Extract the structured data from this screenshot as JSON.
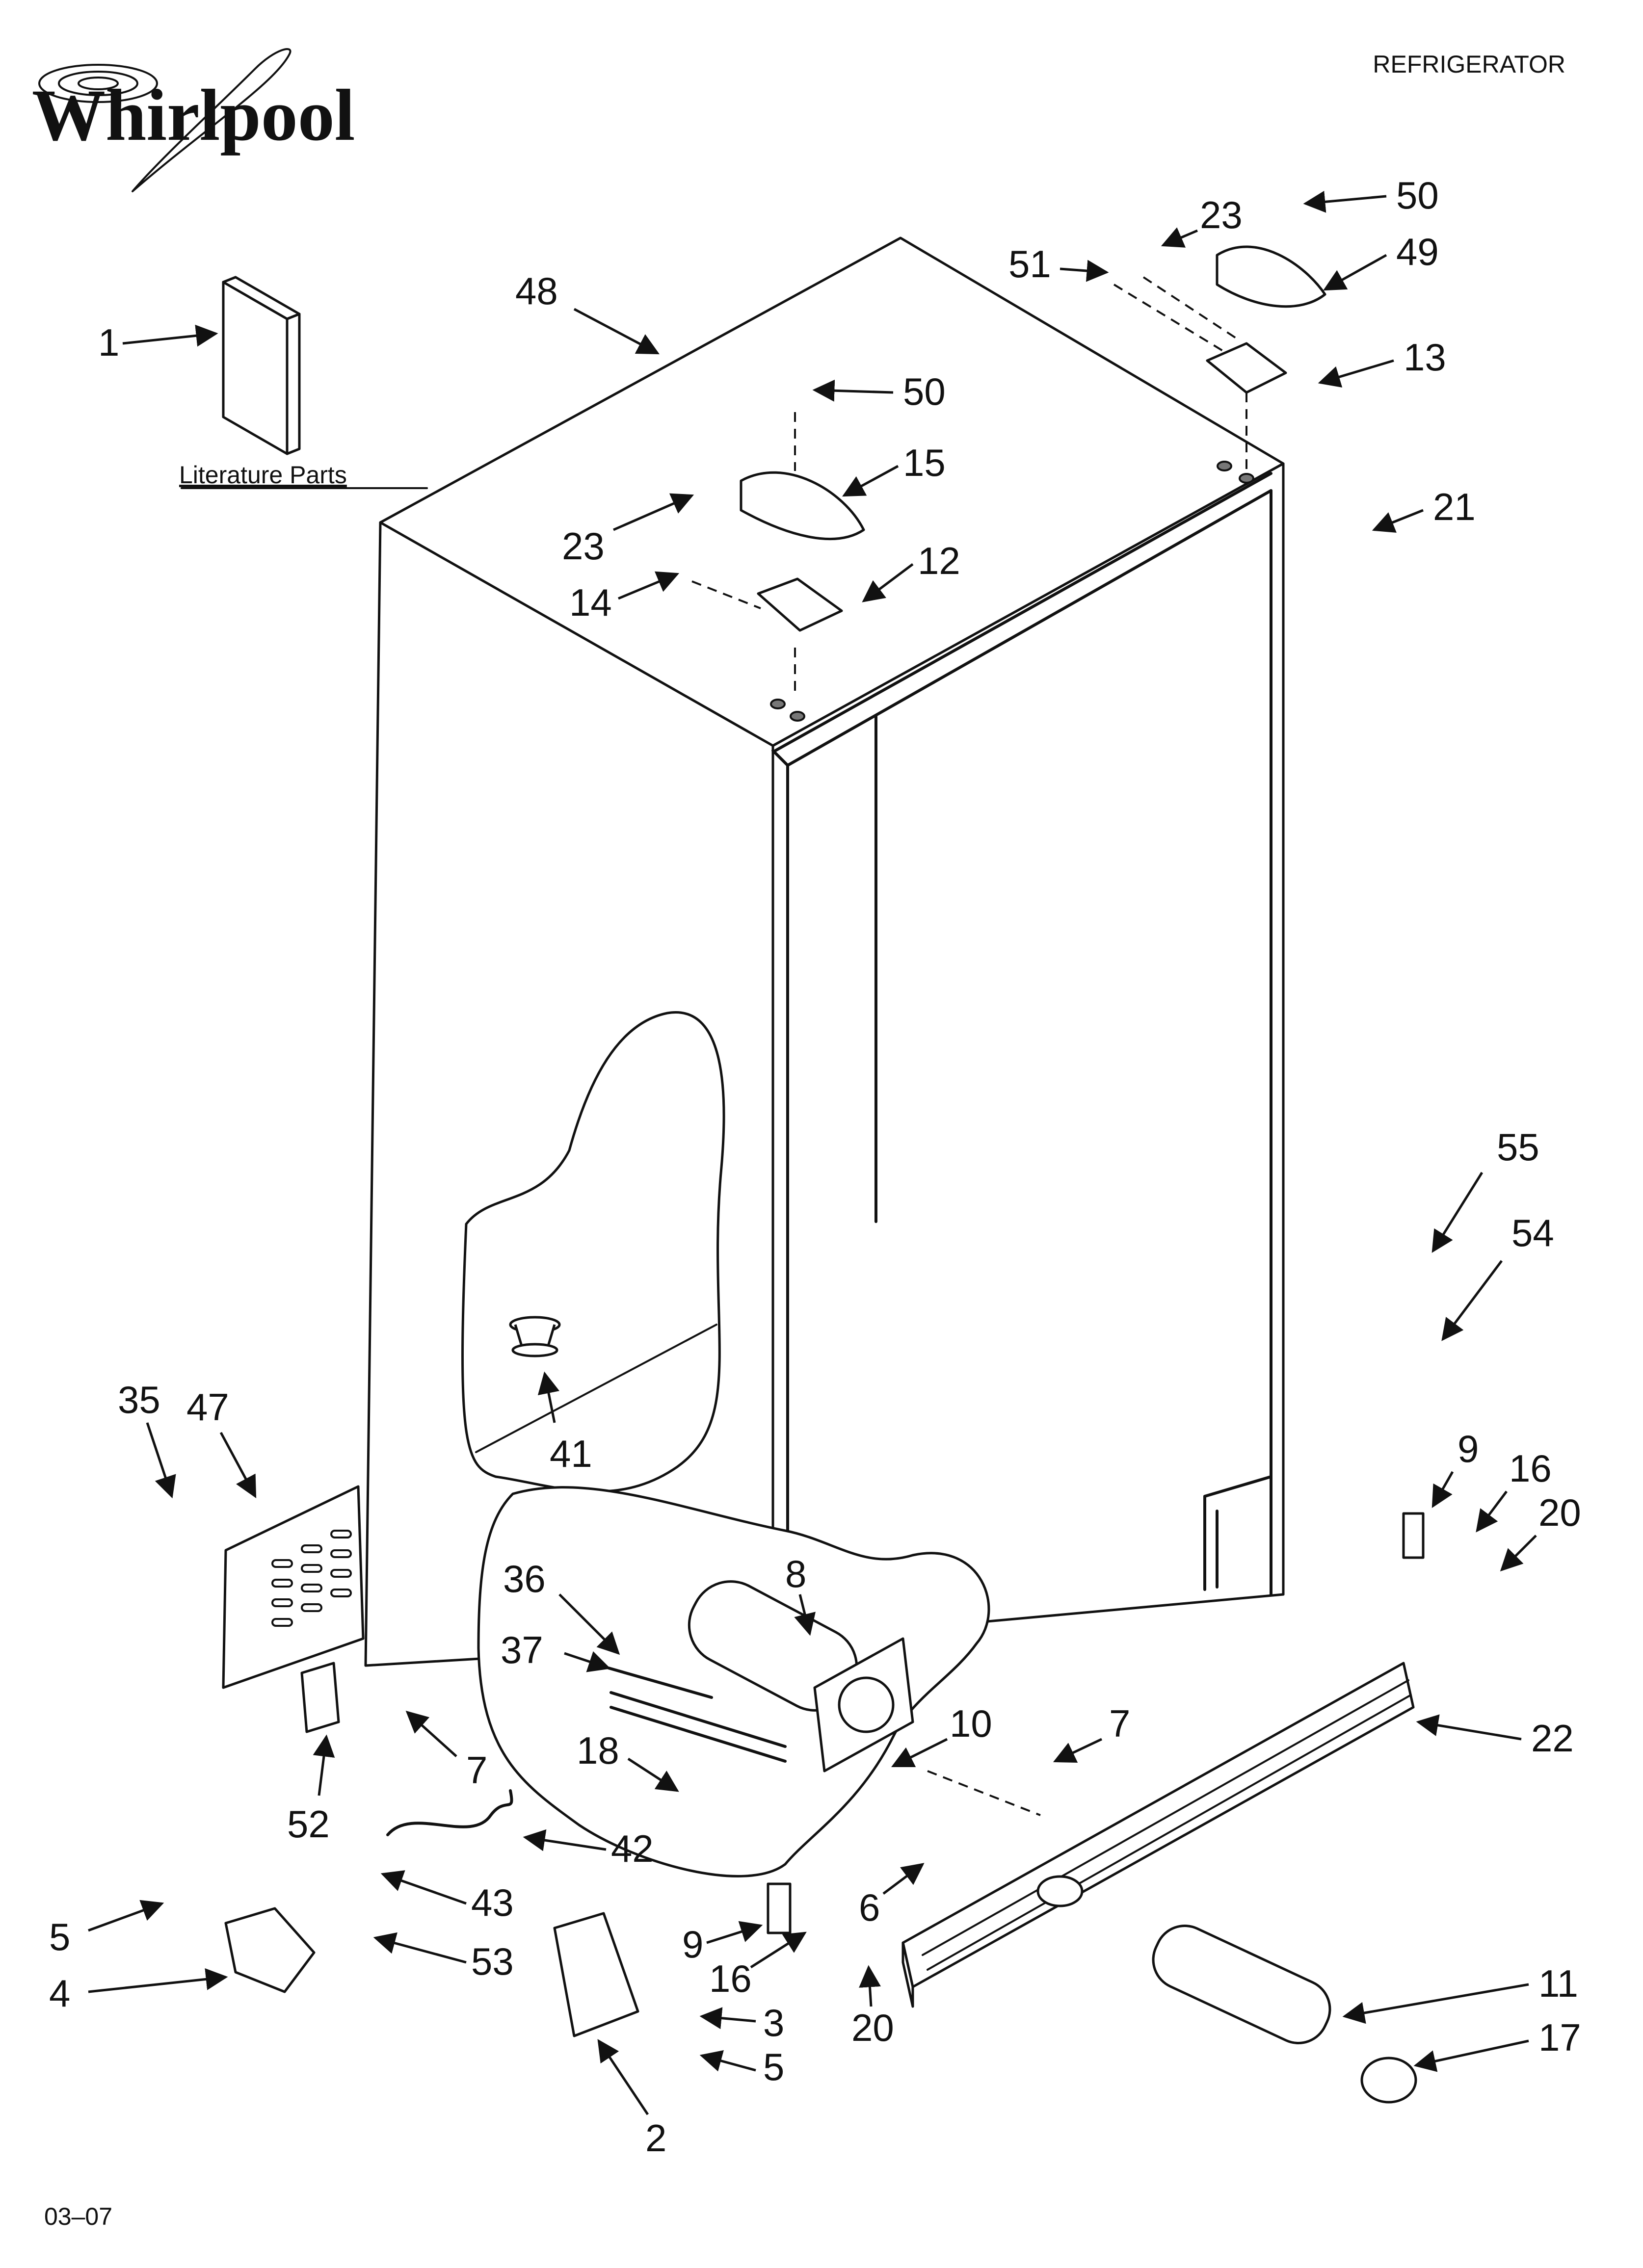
{
  "header": {
    "brand": "Whirlpool",
    "category": "REFRIGERATOR"
  },
  "footer": {
    "date_code": "03–07"
  },
  "literature": {
    "label": "Literature Parts"
  },
  "callouts": {
    "c1": "1",
    "c2": "2",
    "c3": "3",
    "c4": "4",
    "c5a": "5",
    "c5b": "5",
    "c6": "6",
    "c7a": "7",
    "c7b": "7",
    "c8": "8",
    "c9a": "9",
    "c9b": "9",
    "c10": "10",
    "c11": "11",
    "c12": "12",
    "c13": "13",
    "c14": "14",
    "c15": "15",
    "c16a": "16",
    "c16b": "16",
    "c17": "17",
    "c18": "18",
    "c20a": "20",
    "c20b": "20",
    "c21": "21",
    "c22": "22",
    "c23a": "23",
    "c23b": "23",
    "c35": "35",
    "c36": "36",
    "c37": "37",
    "c41": "41",
    "c42": "42",
    "c43": "43",
    "c47": "47",
    "c48": "48",
    "c49": "49",
    "c50a": "50",
    "c50b": "50",
    "c51": "51",
    "c52": "52",
    "c53": "53",
    "c54": "54",
    "c55": "55"
  }
}
